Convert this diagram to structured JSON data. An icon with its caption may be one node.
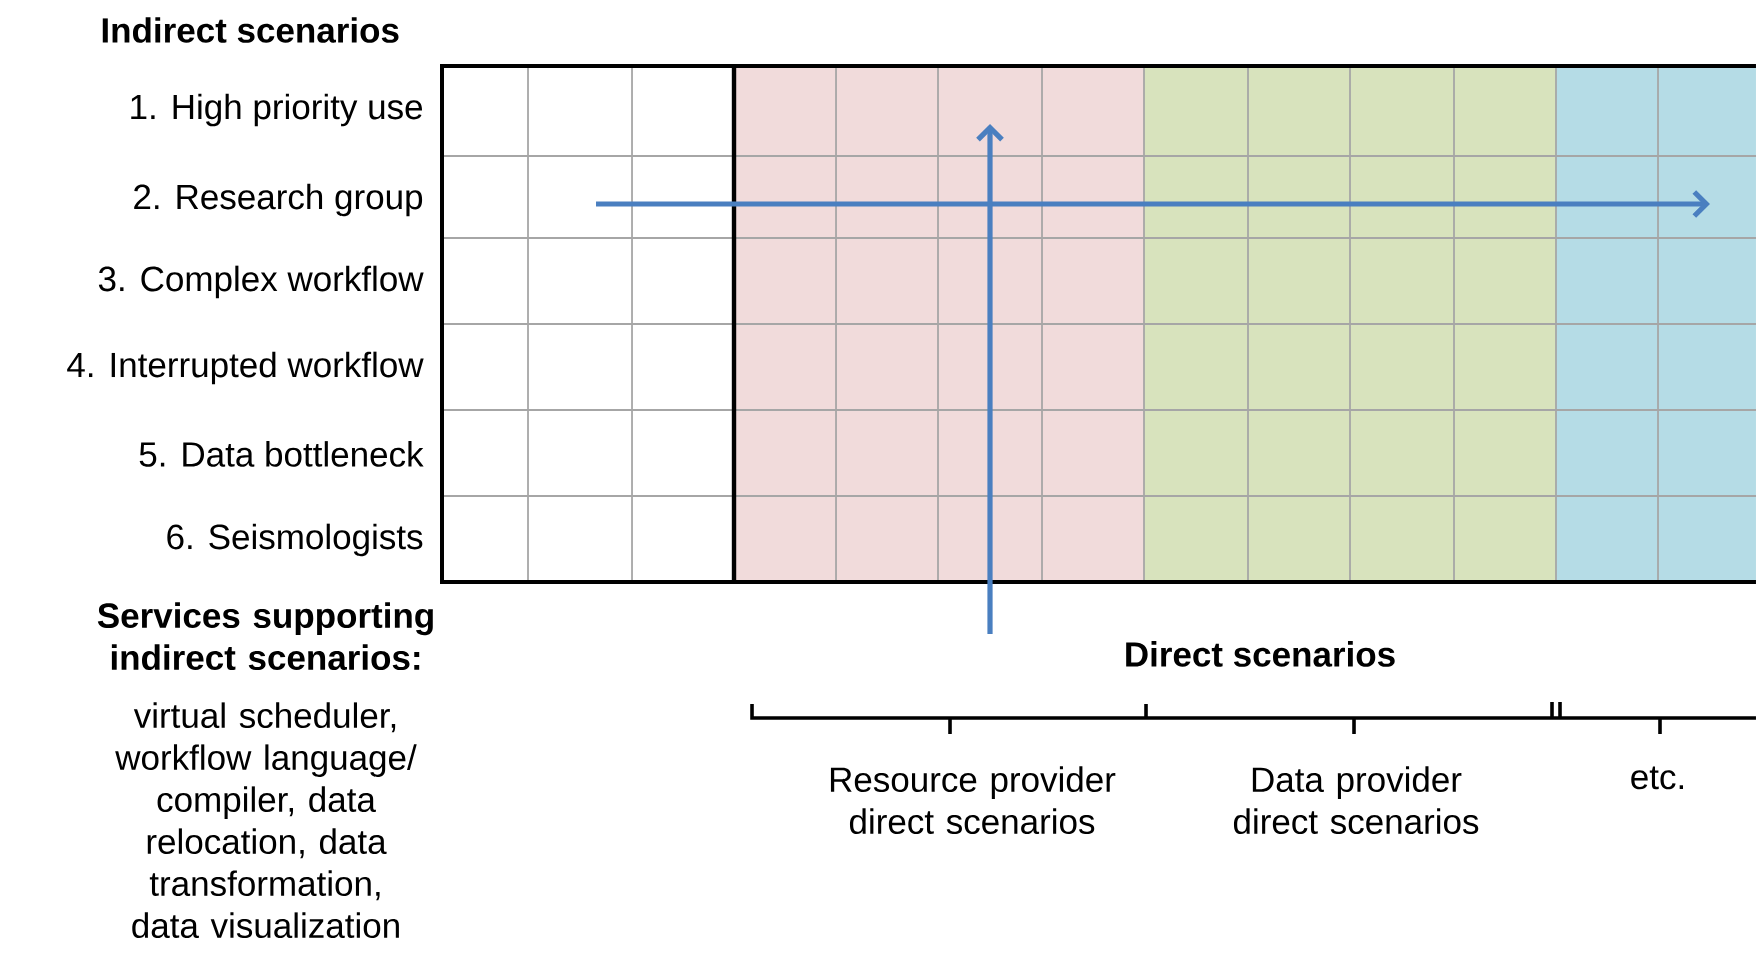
{
  "diagram": {
    "labels": [
      "Indirect scenarios",
      "1. High priority use",
      "2. Research group",
      "3. Complex workflow",
      "4. Interrupted workflow",
      "5. Data bottleneck",
      "6. Seismologists",
      "Services supporting indirect scenarios:",
      "virtual scheduler, workflow language/ compiler, data relocation, data transformation, data visualization",
      "Direct scenarios",
      "Resource provider direct scenarios",
      "Data provider direct scenarios",
      "etc."
    ]
  }
}
